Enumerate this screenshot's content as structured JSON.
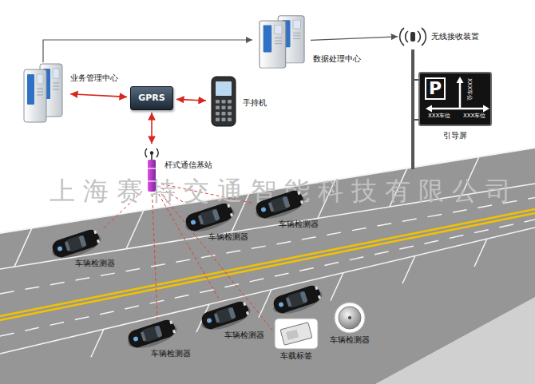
{
  "diagram": {
    "nodes": [
      {
        "text": [
          "业务管理中心"
        ]
      },
      {
        "text": [
          "GPRS"
        ]
      },
      {
        "text": [
          "手持机"
        ]
      },
      {
        "text": [
          "数据处理中心"
        ]
      },
      {
        "text": [
          "无线接收装置"
        ]
      },
      {
        "text": [
          "P",
          "XXX车位",
          "XXX车位",
          "XXX车位",
          "引导屏"
        ]
      },
      {
        "text": [
          "杆式通信基站"
        ]
      },
      {
        "text": [
          "车辆检测器"
        ]
      },
      {
        "text": [
          "车辆检测器"
        ]
      },
      {
        "text": [
          "车辆检测器"
        ]
      },
      {
        "text": [
          "车辆检测器"
        ]
      },
      {
        "text": [
          "车辆检测器"
        ]
      },
      {
        "text": [
          "车载标签"
        ]
      },
      {
        "text": [
          "车辆检测器"
        ]
      }
    ],
    "edges": [
      {
        "from": 0,
        "to": 3,
        "arrow": "to"
      },
      {
        "from": 3,
        "to": 4,
        "arrow": "to"
      },
      {
        "from": 0,
        "to": 1,
        "arrow": "both"
      },
      {
        "from": 1,
        "to": 2,
        "arrow": "both"
      },
      {
        "from": 1,
        "to": 6,
        "arrow": "both"
      },
      {
        "from": 6,
        "to": 7,
        "arrow": "none"
      },
      {
        "from": 6,
        "to": 8,
        "arrow": "none"
      },
      {
        "from": 6,
        "to": 9,
        "arrow": "none"
      },
      {
        "from": 6,
        "to": 10,
        "arrow": "none"
      },
      {
        "from": 6,
        "to": 11,
        "arrow": "none"
      },
      {
        "from": 6,
        "to": 12,
        "arrow": "none"
      }
    ],
    "labels": [
      "上海赛特交通智能科技有限公司"
    ]
  }
}
